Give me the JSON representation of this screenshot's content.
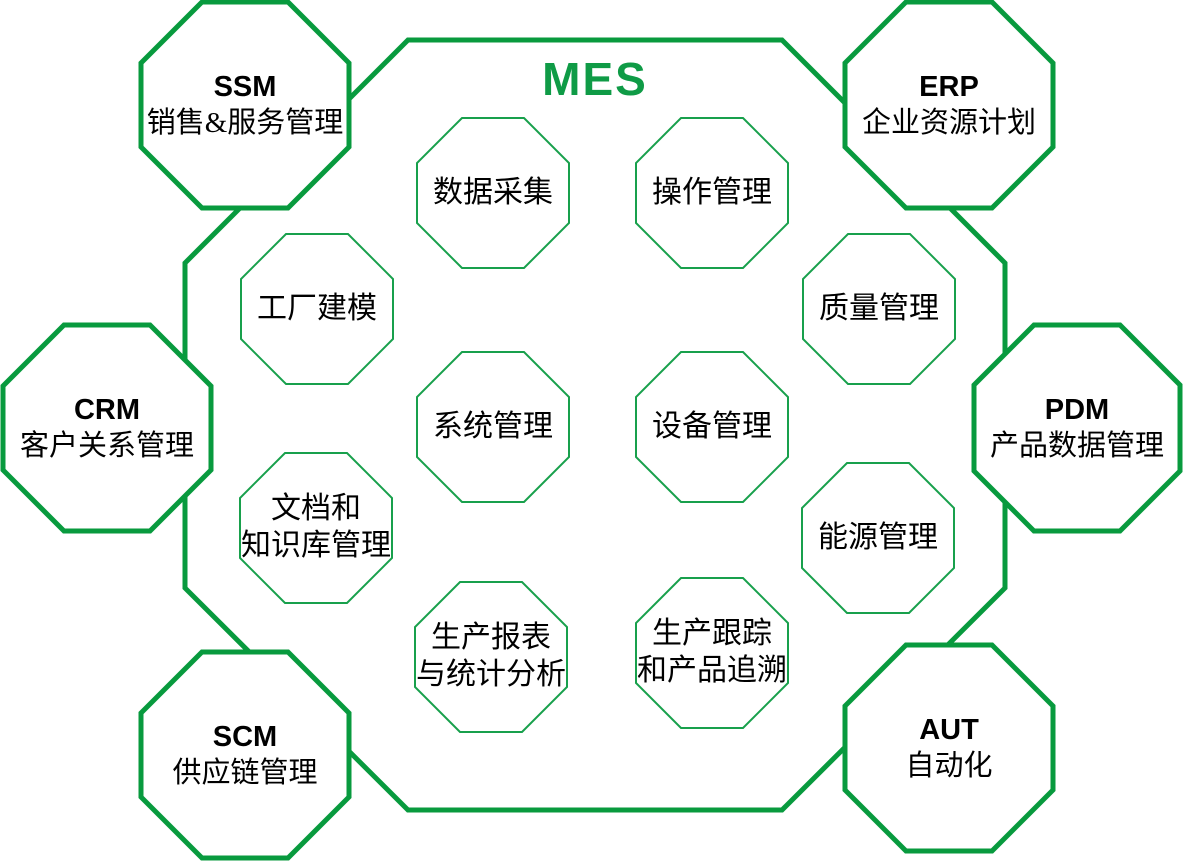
{
  "diagram": {
    "title": "MES",
    "colors": {
      "border_green": "#089a3e",
      "inner_border_green": "#18a04c",
      "title_green": "#0f9b46",
      "text_black": "#000000",
      "background": "#ffffff"
    },
    "outer_nodes": [
      {
        "acronym": "SSM",
        "name": "销售&服务管理"
      },
      {
        "acronym": "ERP",
        "name": "企业资源计划"
      },
      {
        "acronym": "CRM",
        "name": "客户关系管理"
      },
      {
        "acronym": "PDM",
        "name": "产品数据管理"
      },
      {
        "acronym": "SCM",
        "name": "供应链管理"
      },
      {
        "acronym": "AUT",
        "name": "自动化"
      }
    ],
    "inner_nodes": [
      {
        "lines": [
          "数据采集"
        ]
      },
      {
        "lines": [
          "操作管理"
        ]
      },
      {
        "lines": [
          "工厂建模"
        ]
      },
      {
        "lines": [
          "质量管理"
        ]
      },
      {
        "lines": [
          "系统管理"
        ]
      },
      {
        "lines": [
          "设备管理"
        ]
      },
      {
        "lines": [
          "文档和",
          "知识库管理"
        ]
      },
      {
        "lines": [
          "能源管理"
        ]
      },
      {
        "lines": [
          "生产报表",
          "与统计分析"
        ]
      },
      {
        "lines": [
          "生产跟踪",
          "和产品追溯"
        ]
      }
    ]
  }
}
